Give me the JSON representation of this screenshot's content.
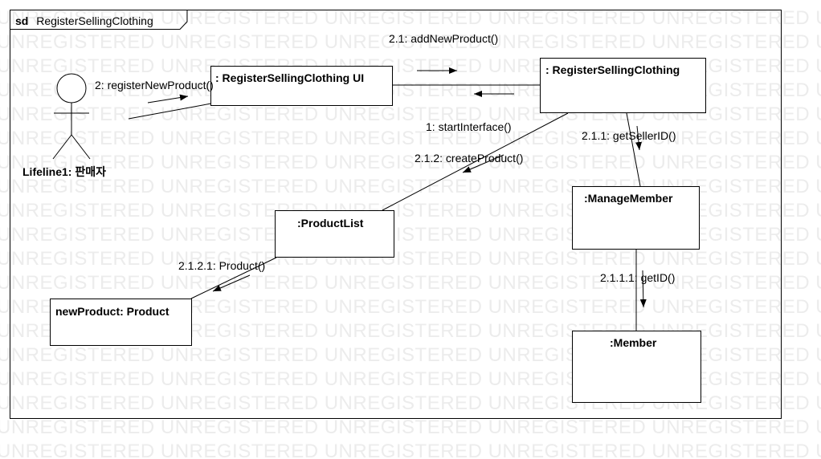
{
  "watermark": "UNREGISTERED UNREGISTERED UNREGISTERED UNREGISTERED UNREGISTERED UNREGISTERED",
  "frame": {
    "keyword": "sd",
    "name": "RegisterSellingClothing"
  },
  "actor": {
    "label": "Lifeline1: 판매자"
  },
  "objects": {
    "ui": ": RegisterSellingClothing UI",
    "controller": ": RegisterSellingClothing",
    "manage_member": ":ManageMember",
    "member": ":Member",
    "product_list": ":ProductList",
    "new_product": "newProduct: Product"
  },
  "messages": {
    "m2": "2: registerNewProduct()",
    "m2_1": "2.1: addNewProduct()",
    "m1": "1: startInterface()",
    "m2_1_1": "2.1.1: getSellerID()",
    "m2_1_2": "2.1.2: createProduct()",
    "m2_1_1_1": "2.1.1.1: getID()",
    "m2_1_2_1": "2.1.2.1:  Product()"
  }
}
